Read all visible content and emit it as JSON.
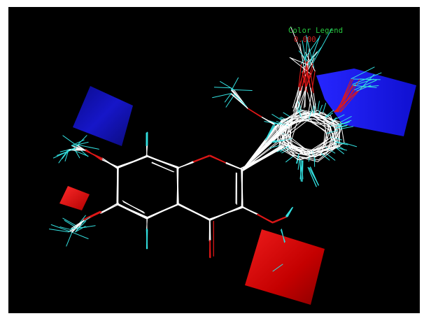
{
  "legend": {
    "title": "Color Legend",
    "value": "0.000"
  },
  "colors": {
    "background": "#000000",
    "bond_carbon": "#ffffff",
    "bond_hydrogen": "#33e0e0",
    "bond_oxygen": "#e01818",
    "contour_positive": "#1111cc",
    "contour_negative": "#dd1111",
    "legend_title": "#27c93f",
    "legend_value": "#d02020"
  },
  "contour_maps": [
    {
      "name": "blue-contour-left",
      "color": "blue"
    },
    {
      "name": "blue-contour-right",
      "color": "blue"
    },
    {
      "name": "red-contour-small",
      "color": "red"
    },
    {
      "name": "red-contour-large",
      "color": "red"
    }
  ]
}
